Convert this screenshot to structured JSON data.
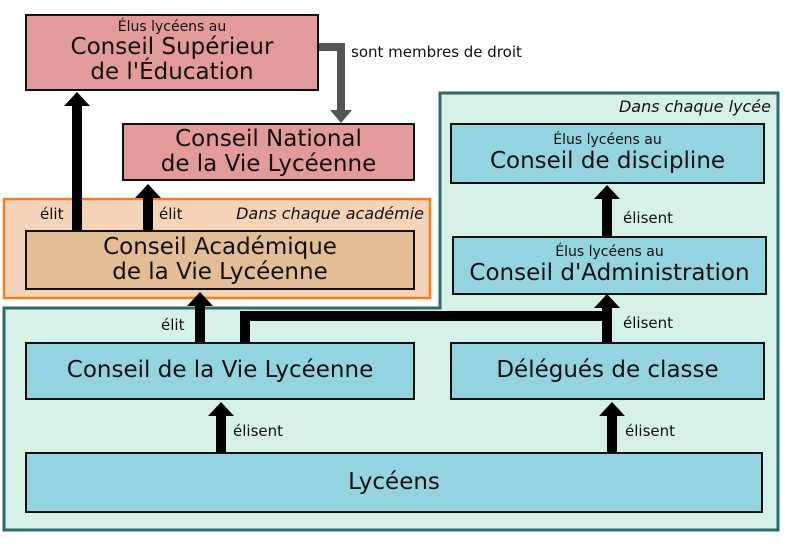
{
  "regions": {
    "academie": "Dans chaque académie",
    "lycee": "Dans chaque lycée"
  },
  "boxes": {
    "cse": {
      "prefix": "Élus lycéens au",
      "line1": "Conseil Supérieur",
      "line2": "de l'Éducation"
    },
    "cnvl": {
      "line1": "Conseil National",
      "line2": "de la Vie Lycéenne"
    },
    "cavl": {
      "line1": "Conseil Académique",
      "line2": "de la Vie Lycéenne"
    },
    "discipline": {
      "prefix": "Élus lycéens au",
      "title": "Conseil de discipline"
    },
    "administration": {
      "prefix": "Élus lycéens au",
      "title": "Conseil d'Administration"
    },
    "cvl": {
      "title": "Conseil de la Vie Lycéenne"
    },
    "delegues": {
      "title": "Délégués de classe"
    },
    "lyceens": {
      "title": "Lycéens"
    }
  },
  "labels": {
    "membres": "sont membres de droit",
    "elit_cse": "élit",
    "elit_cnvl": "élit",
    "elit_cavl": "élit",
    "elisent_cvl": "élisent",
    "elisent_delegues": "élisent",
    "elisent_ca": "élisent",
    "elisent_cd": "élisent"
  },
  "colors": {
    "red": "#e29a9a",
    "tan": "#e3bd95",
    "blue": "#94d3e0",
    "academie_bg": "#f5d3b8",
    "academie_border": "#f47f1e",
    "lycee_bg": "#d6f1e7",
    "lycee_border": "#2e6b6b"
  }
}
